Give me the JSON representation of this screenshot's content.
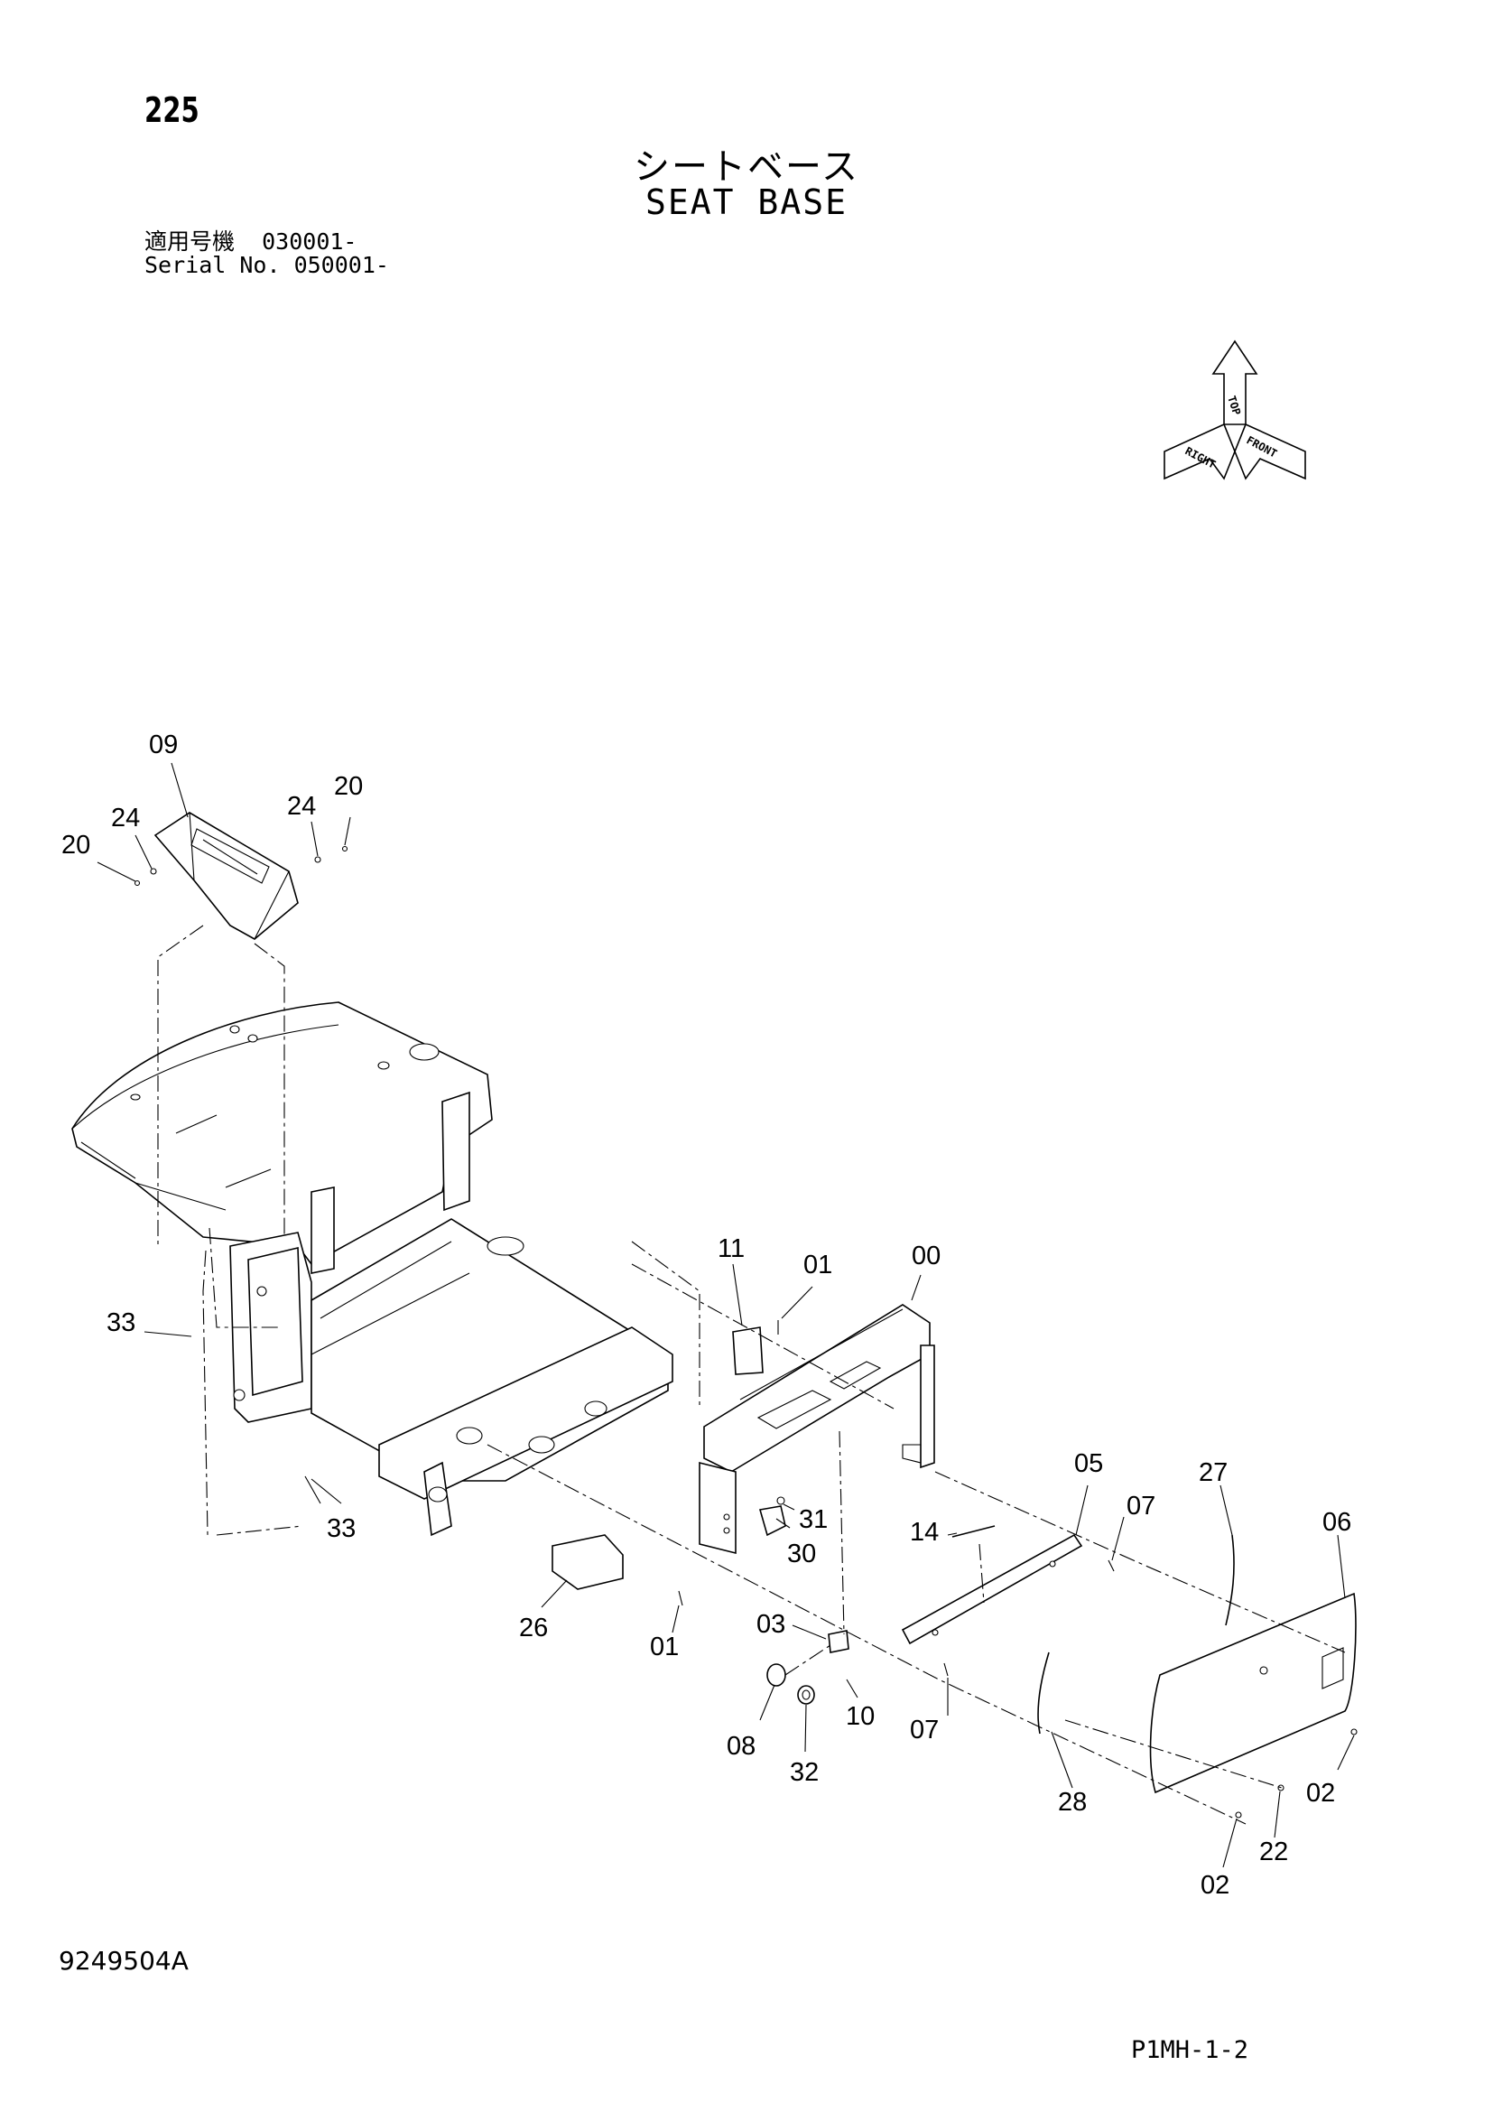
{
  "header": {
    "page_number": "225",
    "title_jp": "シートベース",
    "title_en": "SEAT BASE",
    "applicable_label_jp": "適用号機",
    "applicable_serial_jp": "030001-",
    "serial_label": "Serial No.",
    "serial_value": "050001-"
  },
  "orientation_indicator": {
    "labels": [
      "TOP",
      "RIGHT",
      "FRONT"
    ]
  },
  "callouts": [
    {
      "id": "c09",
      "text": "09"
    },
    {
      "id": "c20a",
      "text": "20"
    },
    {
      "id": "c24a",
      "text": "24"
    },
    {
      "id": "c24b",
      "text": "24"
    },
    {
      "id": "c20b",
      "text": "20"
    },
    {
      "id": "c33a",
      "text": "33"
    },
    {
      "id": "c33b",
      "text": "33"
    },
    {
      "id": "c11",
      "text": "11"
    },
    {
      "id": "c01a",
      "text": "01"
    },
    {
      "id": "c00",
      "text": "00"
    },
    {
      "id": "c31",
      "text": "31"
    },
    {
      "id": "c30",
      "text": "30"
    },
    {
      "id": "c26",
      "text": "26"
    },
    {
      "id": "c01b",
      "text": "01"
    },
    {
      "id": "c03",
      "text": "03"
    },
    {
      "id": "c10",
      "text": "10"
    },
    {
      "id": "c08",
      "text": "08"
    },
    {
      "id": "c32",
      "text": "32"
    },
    {
      "id": "c14",
      "text": "14"
    },
    {
      "id": "c05",
      "text": "05"
    },
    {
      "id": "c07a",
      "text": "07"
    },
    {
      "id": "c07b",
      "text": "07"
    },
    {
      "id": "c27",
      "text": "27"
    },
    {
      "id": "c06",
      "text": "06"
    },
    {
      "id": "c28",
      "text": "28"
    },
    {
      "id": "c02a",
      "text": "02"
    },
    {
      "id": "c22",
      "text": "22"
    },
    {
      "id": "c02b",
      "text": "02"
    }
  ],
  "footer": {
    "document_id": "9249504A",
    "sheet_ref": "P1MH-1-2"
  }
}
